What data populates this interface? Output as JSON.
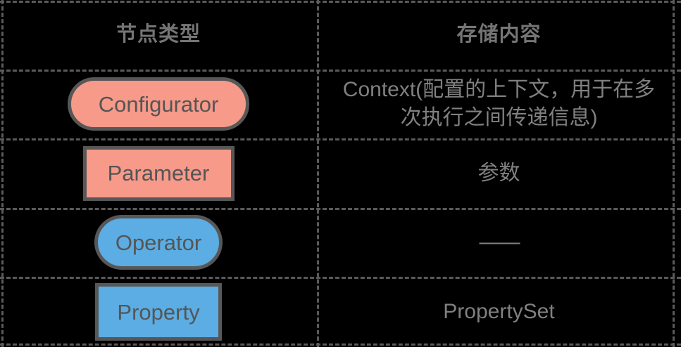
{
  "table": {
    "columns": [
      {
        "header": "节点类型"
      },
      {
        "header": "存储内容"
      }
    ],
    "rows": [
      {
        "node_label": "Configurator",
        "node_shape": "stadium",
        "node_fill": "#F79A8A",
        "node_border": "#575757",
        "content": "Context(配置的上下文，用于在多次执行之间传递信息)"
      },
      {
        "node_label": "Parameter",
        "node_shape": "rectangle",
        "node_fill": "#F79A8A",
        "node_border": "#575757",
        "content": "参数"
      },
      {
        "node_label": "Operator",
        "node_shape": "stadium",
        "node_fill": "#5BADE3",
        "node_border": "#575757",
        "content": "——"
      },
      {
        "node_label": "Property",
        "node_shape": "rectangle",
        "node_fill": "#5BADE3",
        "node_border": "#575757",
        "content": "PropertySet"
      }
    ]
  },
  "colors": {
    "background": "#000000",
    "grid": "#5a5a5a",
    "header_text": "#757575",
    "value_text": "#808080",
    "node_text": "#555555",
    "salmon": "#F79A8A",
    "blue": "#5BADE3"
  }
}
